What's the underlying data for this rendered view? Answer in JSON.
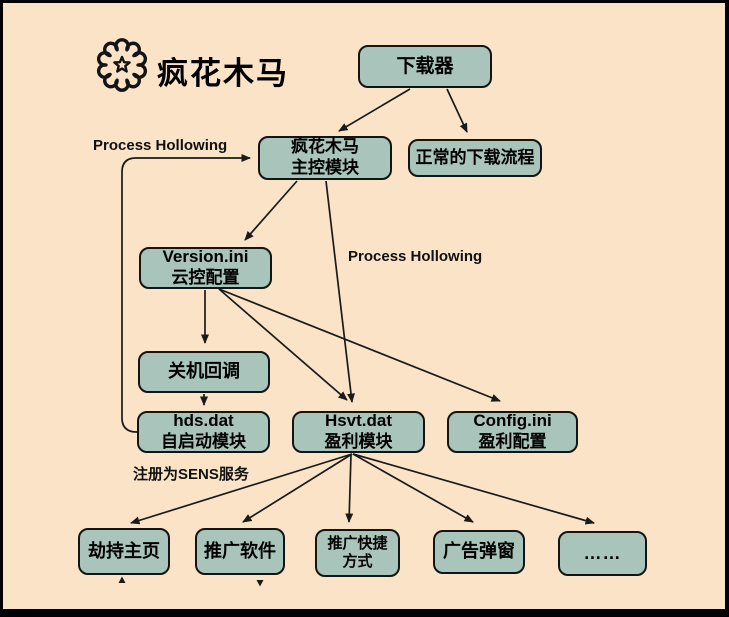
{
  "title": {
    "text": "疯花木马",
    "icon": "flower-star-icon"
  },
  "colors": {
    "background": "#fbe3c8",
    "node_fill": "#a9c4ba",
    "node_border": "#141414",
    "line": "#1a1a1a",
    "frame": "#000000"
  },
  "labels": {
    "process_hollowing_top": "Process Hollowing",
    "process_hollowing_mid": "Process Hollowing",
    "sens_service": "注册为SENS服务"
  },
  "nodes": {
    "downloader": {
      "line1": "下载器"
    },
    "main_module": {
      "line1": "疯花木马",
      "line2": "主控模块"
    },
    "normal_download": {
      "line1": "正常的下载流程"
    },
    "version_ini": {
      "line1": "Version.ini",
      "line2": "云控配置"
    },
    "shutdown_callback": {
      "line1": "关机回调"
    },
    "hds_dat": {
      "line1": "hds.dat",
      "line2": "自启动模块"
    },
    "hsvt_dat": {
      "line1": "Hsvt.dat",
      "line2": "盈利模块"
    },
    "config_ini": {
      "line1": "Config.ini",
      "line2": "盈利配置"
    },
    "hijack_homepage": {
      "line1": "劫持主页"
    },
    "promote_software": {
      "line1": "推广软件"
    },
    "promote_shortcut": {
      "line1": "推广快捷",
      "line2": "方式"
    },
    "ad_popup": {
      "line1": "广告弹窗"
    },
    "more": {
      "line1": "……"
    }
  },
  "edges": [
    {
      "from": "downloader",
      "to": "main_module"
    },
    {
      "from": "downloader",
      "to": "normal_download"
    },
    {
      "from": "main_module",
      "to": "version_ini"
    },
    {
      "from": "main_module",
      "to": "hsvt_dat",
      "label": "Process Hollowing"
    },
    {
      "from": "version_ini",
      "to": "shutdown_callback"
    },
    {
      "from": "version_ini",
      "to": "hsvt_dat"
    },
    {
      "from": "version_ini",
      "to": "config_ini"
    },
    {
      "from": "shutdown_callback",
      "to": "hds_dat"
    },
    {
      "from": "hds_dat",
      "to": "main_module",
      "label": "Process Hollowing"
    },
    {
      "from": "hds_dat",
      "note": "注册为SENS服务"
    },
    {
      "from": "hsvt_dat",
      "to": "hijack_homepage"
    },
    {
      "from": "hsvt_dat",
      "to": "promote_software"
    },
    {
      "from": "hsvt_dat",
      "to": "promote_shortcut"
    },
    {
      "from": "hsvt_dat",
      "to": "ad_popup"
    },
    {
      "from": "hsvt_dat",
      "to": "more"
    }
  ]
}
